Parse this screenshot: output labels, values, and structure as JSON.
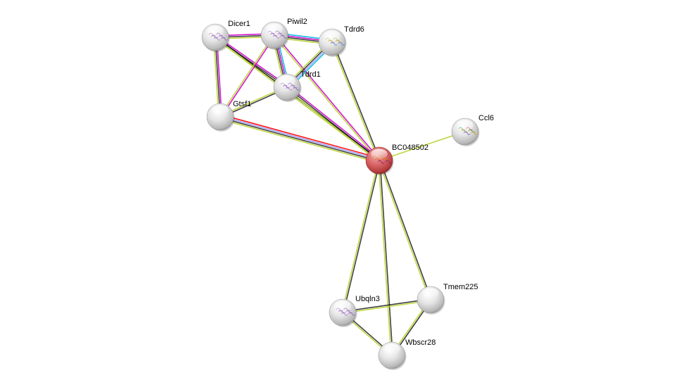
{
  "diagram": {
    "type": "protein-interaction-network",
    "colors": {
      "neighborhood": "#ff0000",
      "fusion": "#ff00ff",
      "cooccurrence": "#0000ff",
      "coexpression": "#000000",
      "experiments": "#cc00cc",
      "databases": "#00bbdd",
      "textmining": "#b8d330",
      "homology": "#9999ff",
      "node_default": "#e8e8e8",
      "node_query": "#d85a5a"
    },
    "nodes": [
      {
        "id": "Dicer1",
        "label": "Dicer1",
        "query": false,
        "structure": true
      },
      {
        "id": "Piwil2",
        "label": "Piwil2",
        "query": false,
        "structure": true
      },
      {
        "id": "Tdrd6",
        "label": "Tdrd6",
        "query": false,
        "structure": true
      },
      {
        "id": "Tdrd1",
        "label": "Tdrd1",
        "query": false,
        "structure": true
      },
      {
        "id": "Gtsf1",
        "label": "Gtsf1",
        "query": false,
        "structure": false
      },
      {
        "id": "BC048502",
        "label": "BC048502",
        "query": true,
        "structure": true
      },
      {
        "id": "Ccl6",
        "label": "Ccl6",
        "query": false,
        "structure": true
      },
      {
        "id": "Ubqln3",
        "label": "Ubqln3",
        "query": false,
        "structure": true
      },
      {
        "id": "Tmem225",
        "label": "Tmem225",
        "query": false,
        "structure": false
      },
      {
        "id": "Wbscr28",
        "label": "Wbscr28",
        "query": false,
        "structure": false
      }
    ],
    "edges": [
      {
        "source": "Dicer1",
        "target": "Piwil2",
        "evidence": [
          "experiments",
          "coexpression",
          "textmining"
        ]
      },
      {
        "source": "Dicer1",
        "target": "Tdrd1",
        "evidence": [
          "experiments",
          "coexpression",
          "textmining"
        ]
      },
      {
        "source": "Dicer1",
        "target": "Gtsf1",
        "evidence": [
          "experiments",
          "coexpression",
          "textmining"
        ]
      },
      {
        "source": "Dicer1",
        "target": "BC048502",
        "evidence": [
          "coexpression",
          "textmining"
        ]
      },
      {
        "source": "Piwil2",
        "target": "Tdrd6",
        "evidence": [
          "databases",
          "experiments",
          "coexpression",
          "textmining"
        ]
      },
      {
        "source": "Piwil2",
        "target": "Tdrd1",
        "evidence": [
          "databases",
          "experiments",
          "coexpression",
          "textmining"
        ]
      },
      {
        "source": "Piwil2",
        "target": "Gtsf1",
        "evidence": [
          "experiments",
          "textmining"
        ]
      },
      {
        "source": "Piwil2",
        "target": "BC048502",
        "evidence": [
          "experiments",
          "textmining"
        ]
      },
      {
        "source": "Tdrd6",
        "target": "Tdrd1",
        "evidence": [
          "databases",
          "homology",
          "coexpression",
          "textmining"
        ]
      },
      {
        "source": "Tdrd6",
        "target": "BC048502",
        "evidence": [
          "coexpression",
          "textmining"
        ]
      },
      {
        "source": "Tdrd1",
        "target": "Gtsf1",
        "evidence": [
          "coexpression",
          "textmining"
        ]
      },
      {
        "source": "Tdrd1",
        "target": "BC048502",
        "evidence": [
          "experiments",
          "coexpression",
          "textmining"
        ]
      },
      {
        "source": "Gtsf1",
        "target": "BC048502",
        "evidence": [
          "neighborhood",
          "homology",
          "coexpression",
          "textmining"
        ]
      },
      {
        "source": "BC048502",
        "target": "Ccl6",
        "evidence": [
          "textmining"
        ]
      },
      {
        "source": "BC048502",
        "target": "Ubqln3",
        "evidence": [
          "coexpression",
          "textmining"
        ]
      },
      {
        "source": "BC048502",
        "target": "Tmem225",
        "evidence": [
          "coexpression",
          "textmining"
        ]
      },
      {
        "source": "BC048502",
        "target": "Wbscr28",
        "evidence": [
          "coexpression",
          "textmining"
        ]
      },
      {
        "source": "Ubqln3",
        "target": "Tmem225",
        "evidence": [
          "coexpression",
          "textmining"
        ]
      },
      {
        "source": "Ubqln3",
        "target": "Wbscr28",
        "evidence": [
          "coexpression",
          "textmining"
        ]
      },
      {
        "source": "Tmem225",
        "target": "Wbscr28",
        "evidence": [
          "coexpression",
          "textmining"
        ]
      }
    ]
  }
}
